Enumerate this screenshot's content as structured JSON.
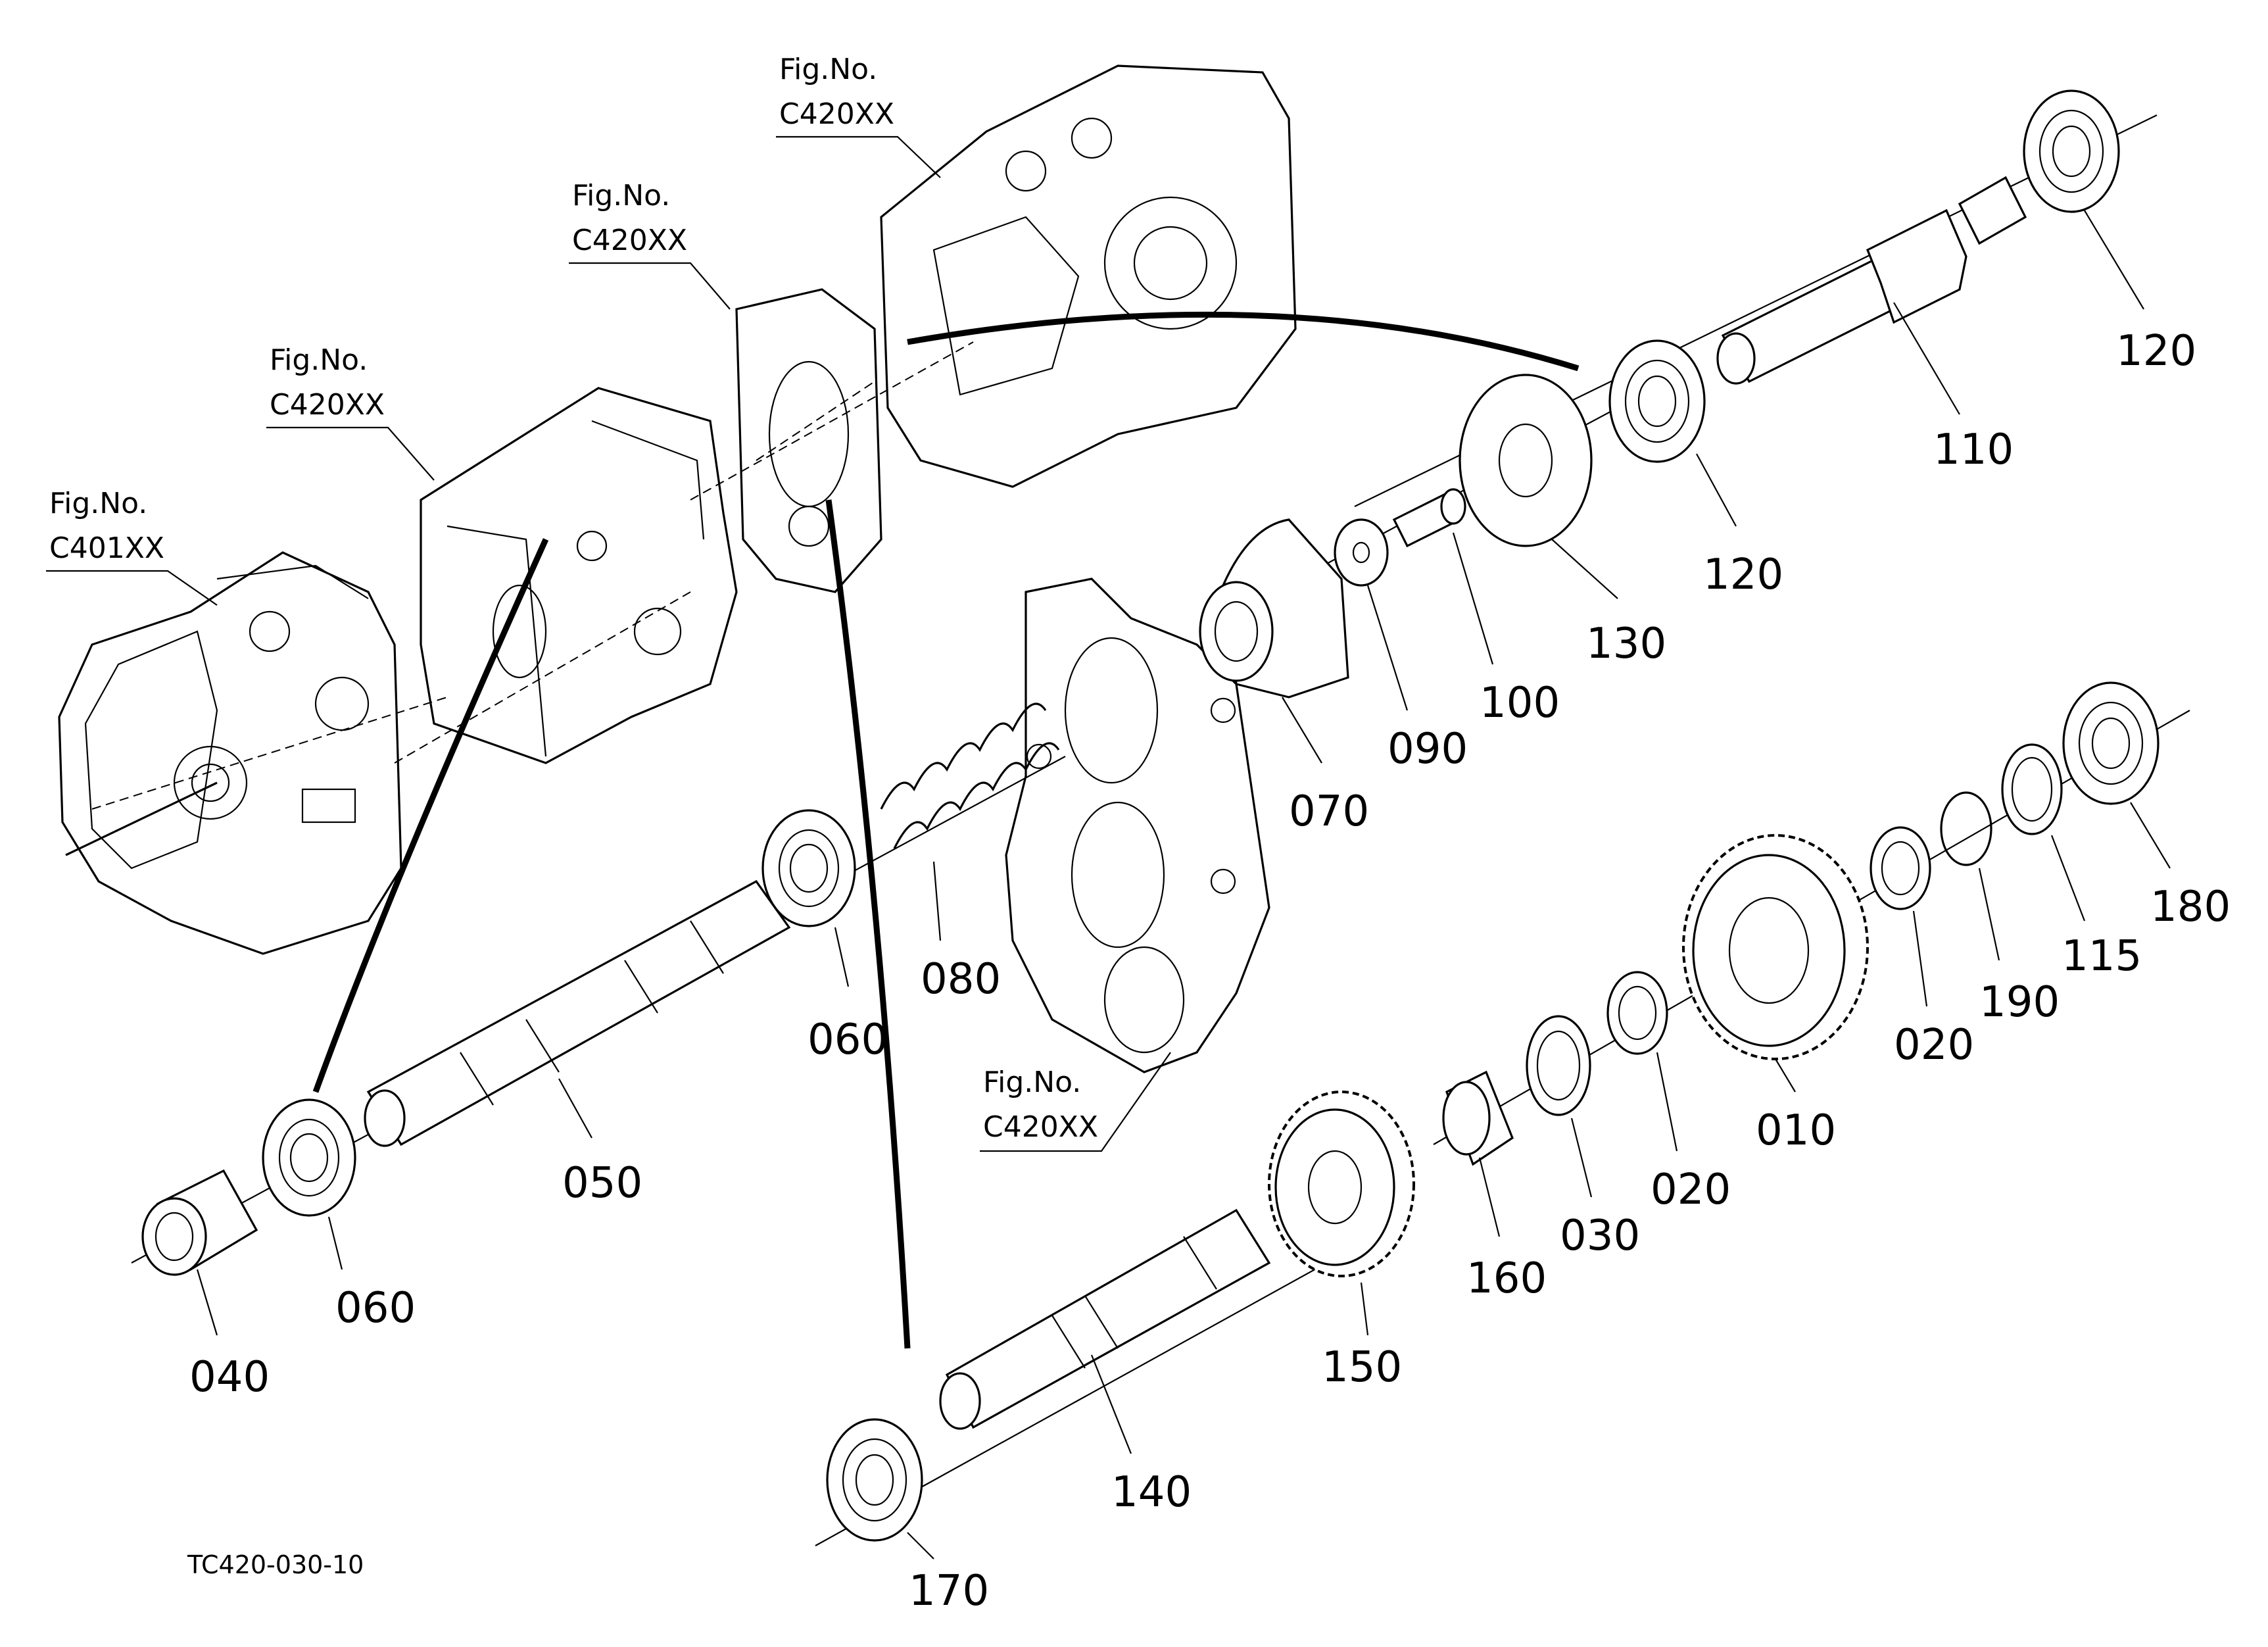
{
  "figure_refs": [
    {
      "prefix": "Fig.No.",
      "code": "C401XX"
    },
    {
      "prefix": "Fig.No.",
      "code": "C420XX"
    },
    {
      "prefix": "Fig.No.",
      "code": "C420XX"
    },
    {
      "prefix": "Fig.No.",
      "code": "C420XX"
    },
    {
      "prefix": "Fig.No.",
      "code": "C420XX"
    }
  ],
  "part_labels": [
    "120",
    "110",
    "120",
    "130",
    "100",
    "090",
    "070",
    "080",
    "060",
    "050",
    "060",
    "040",
    "180",
    "115",
    "190",
    "020",
    "010",
    "020",
    "030",
    "160",
    "150",
    "140",
    "170"
  ],
  "drawing_code": "TC420-030-10"
}
